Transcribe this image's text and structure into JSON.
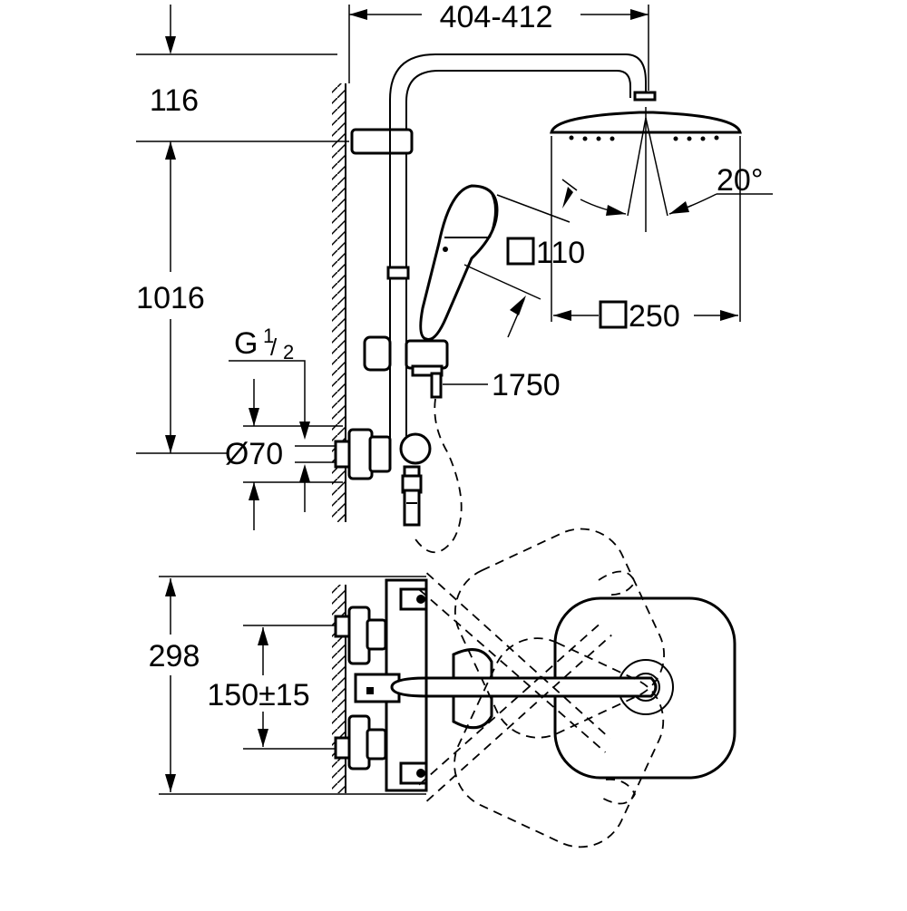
{
  "dimensions": {
    "arm_reach": "404-412",
    "top_offset": "116",
    "rail_height": "1016",
    "connection_thread": "G",
    "thread_num": "1",
    "thread_den": "2",
    "escutcheon_diameter": "Ø70",
    "hand_shower_size": "110",
    "hose_length": "1750",
    "head_shower_size": "250",
    "spray_angle": "20°",
    "thermostat_depth": "298",
    "connection_spacing": "150±15"
  },
  "colors": {
    "line": "#000000",
    "background": "#ffffff"
  }
}
